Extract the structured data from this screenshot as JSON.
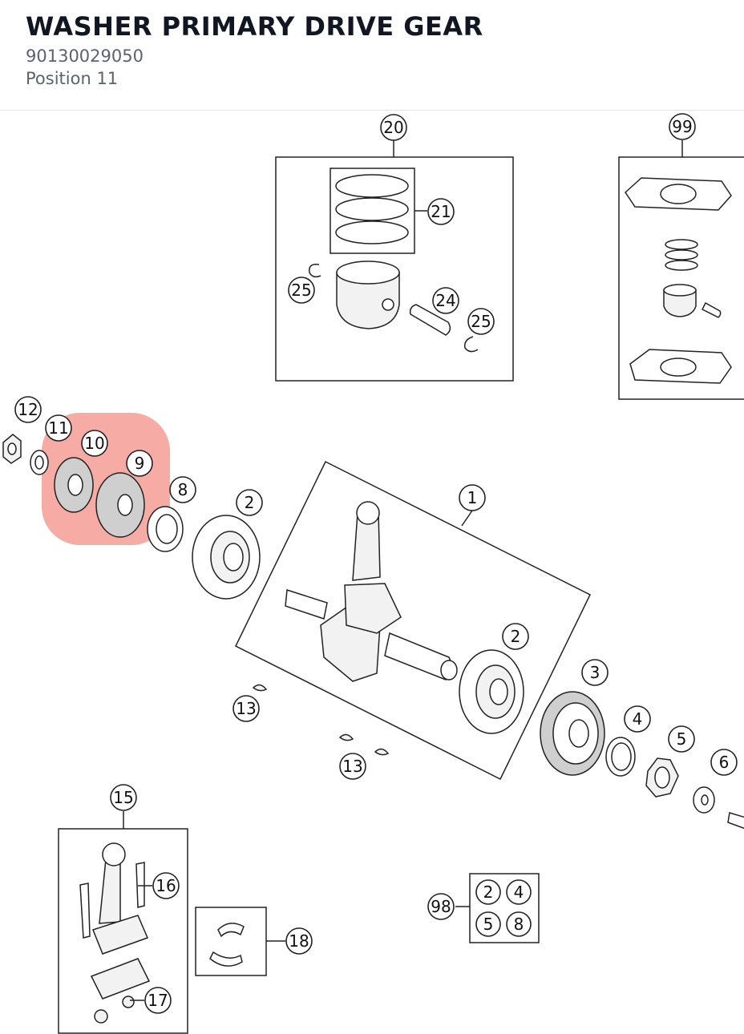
{
  "header": {
    "title": "WASHER PRIMARY DRIVE GEAR",
    "part_number": "90130029050",
    "position": "Position 11"
  },
  "highlight_color": "#f28b82",
  "callouts": {
    "c1": "1",
    "c2a": "2",
    "c2b": "2",
    "c3": "3",
    "c4": "4",
    "c5": "5",
    "c6": "6",
    "c8": "8",
    "c9": "9",
    "c10": "10",
    "c11": "11",
    "c12": "12",
    "c13a": "13",
    "c13b": "13",
    "c15": "15",
    "c16": "16",
    "c17": "17",
    "c18": "18",
    "c20": "20",
    "c21": "21",
    "c24": "24",
    "c25a": "25",
    "c25b": "25",
    "c98": "98",
    "c99": "99",
    "k2": "2",
    "k4": "4",
    "k5": "5",
    "k8": "8"
  }
}
